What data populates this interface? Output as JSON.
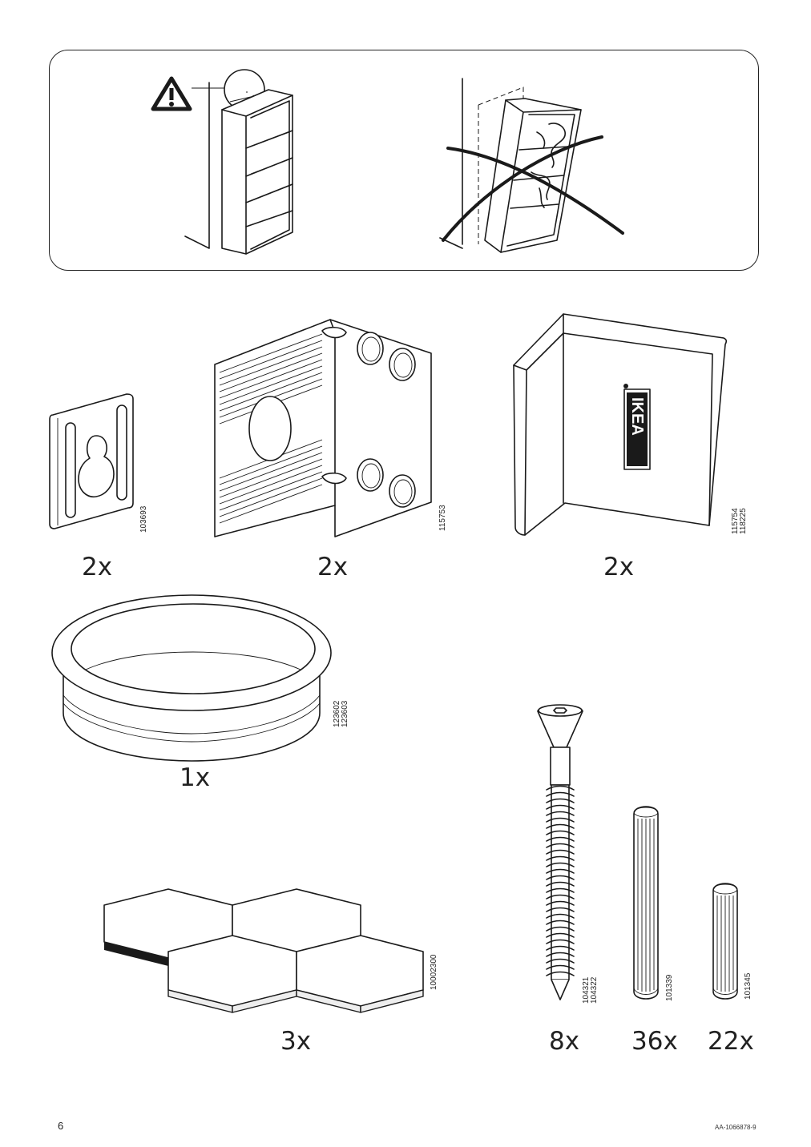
{
  "warning": {
    "icon": "warning-triangle-icon",
    "correct_illustration": "bookcase-against-wall",
    "incorrect_illustration": "tipping-bookcase-crossed-out"
  },
  "parts": [
    {
      "id": "wall-bracket",
      "code": "103693",
      "qty": "2x"
    },
    {
      "id": "corner-bracket",
      "code": "115753",
      "qty": "2x"
    },
    {
      "id": "corner-protector",
      "code": "115754\n118225",
      "qty": "2x",
      "logo": "IKEA"
    },
    {
      "id": "cable-grommet",
      "code": "123602\n123603",
      "qty": "1x"
    },
    {
      "id": "hexagon-pads",
      "code": "10002300",
      "qty": "3x"
    },
    {
      "id": "screw",
      "code": "104321\n104322",
      "qty": "8x"
    },
    {
      "id": "dowel-large",
      "code": "101339",
      "qty": "36x"
    },
    {
      "id": "dowel-small",
      "code": "101345",
      "qty": "22x"
    }
  ],
  "footer": {
    "page_number": "6",
    "doc_id": "AA-1066878-9"
  }
}
